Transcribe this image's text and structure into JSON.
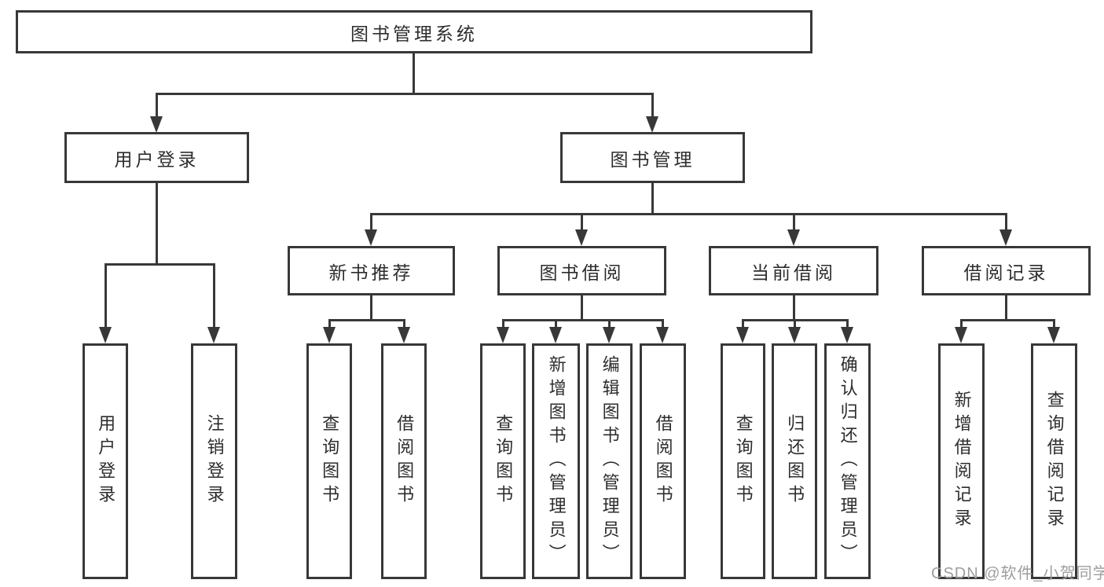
{
  "diagram": {
    "title_node": "图书管理系统",
    "colors": {
      "line": "#383838",
      "node_text": "#2d2d2d",
      "watermark_text": "#9e9e9e",
      "background": "#ffffff"
    },
    "nodes": {
      "root": "图书管理系统",
      "user_login": "用户登录",
      "book_mgmt": "图书管理",
      "new_book_rec": "新书推荐",
      "book_borrow": "图书借阅",
      "current_borrow": "当前借阅",
      "borrow_record": "借阅记录",
      "ul_user_login": "用户登录",
      "ul_logout": "注销登录",
      "nb_query_book": "查询图书",
      "nb_borrow_book": "借阅图书",
      "bb_query_book": "查询图书",
      "bb_add_book": "新增图书（管理员）",
      "bb_edit_book": "编辑图书（管理员）",
      "bb_borrow_book": "借阅图书",
      "cb_query_book": "查询图书",
      "cb_return_book": "归还图书",
      "cb_confirm_return": "确认归还（管理员）",
      "br_add_record": "新增借阅记录",
      "br_query_record": "查询借阅记录"
    },
    "watermark": {
      "text": "CSDN @软件_小贺同学"
    }
  }
}
